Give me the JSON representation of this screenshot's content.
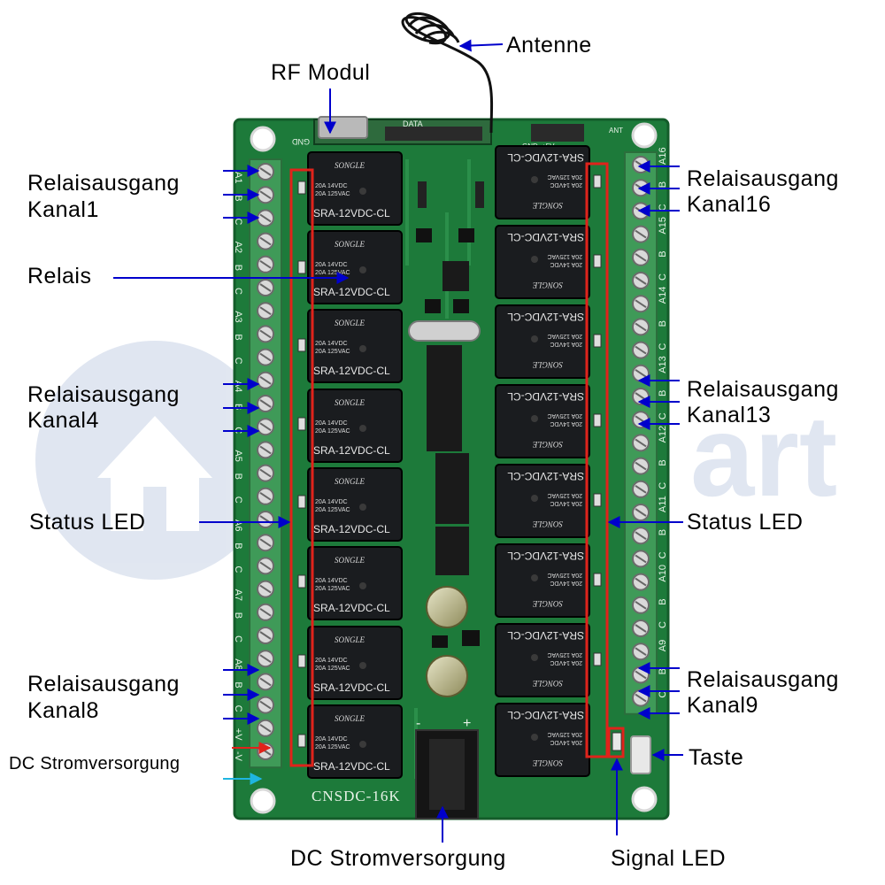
{
  "watermark": {
    "text": "art",
    "color": "#b8c7dd"
  },
  "board": {
    "silkscreen_model": "CNSDC-16K",
    "relay_label": "SRA-12VDC-CL",
    "relay_brand": "SONGLE",
    "relay_rating_1": "20A 14VDC",
    "relay_rating_2": "20A 125VAC",
    "header_data": "DATA",
    "header_gnd": "GND",
    "header_ant": "ANT",
    "header_gnd2": "GND",
    "header_5v": "+5V",
    "dc_plus": "+",
    "dc_minus": "-",
    "left_terminals": [
      "A1",
      "B",
      "C",
      "A2",
      "B",
      "C",
      "A3",
      "B",
      "C",
      "A4",
      "B",
      "C",
      "A5",
      "B",
      "C",
      "A6",
      "B",
      "C",
      "A7",
      "B",
      "C",
      "A8",
      "B",
      "C",
      "+V",
      "-V"
    ],
    "right_terminals": [
      "A16",
      "B",
      "C",
      "A15",
      "B",
      "C",
      "A14",
      "B",
      "C",
      "A13",
      "B",
      "C",
      "A12",
      "B",
      "C",
      "A11",
      "B",
      "C",
      "A10",
      "B",
      "C",
      "A9",
      "B",
      "C"
    ],
    "colors": {
      "pcb": "#1d7a3a",
      "pcb_dark": "#145c2a",
      "terminal": "#3f9a58",
      "relay": "#1a1c1f",
      "highlight": "#e0231b",
      "arrow": "#0000cc"
    }
  },
  "callouts": {
    "antenne": "Antenne",
    "rf_modul": "RF Modul",
    "relaisausgang_k1_line1": "Relaisausgang",
    "relaisausgang_k1_line2": "Kanal1",
    "relais": "Relais",
    "relaisausgang_k4_line1": "Relaisausgang",
    "relaisausgang_k4_line2": "Kanal4",
    "status_led_left": "Status LED",
    "relaisausgang_k8_line1": "Relaisausgang",
    "relaisausgang_k8_line2": "Kanal8",
    "dc_stromversorgung_left": "DC Stromversorgung",
    "relaisausgang_k16_line1": "Relaisausgang",
    "relaisausgang_k16_line2": "Kanal16",
    "relaisausgang_k13_line1": "Relaisausgang",
    "relaisausgang_k13_line2": "Kanal13",
    "status_led_right": "Status LED",
    "relaisausgang_k9_line1": "Relaisausgang",
    "relaisausgang_k9_line2": "Kanal9",
    "taste": "Taste",
    "dc_stromversorgung_bottom": "DC Stromversorgung",
    "signal_led": "Signal LED"
  }
}
